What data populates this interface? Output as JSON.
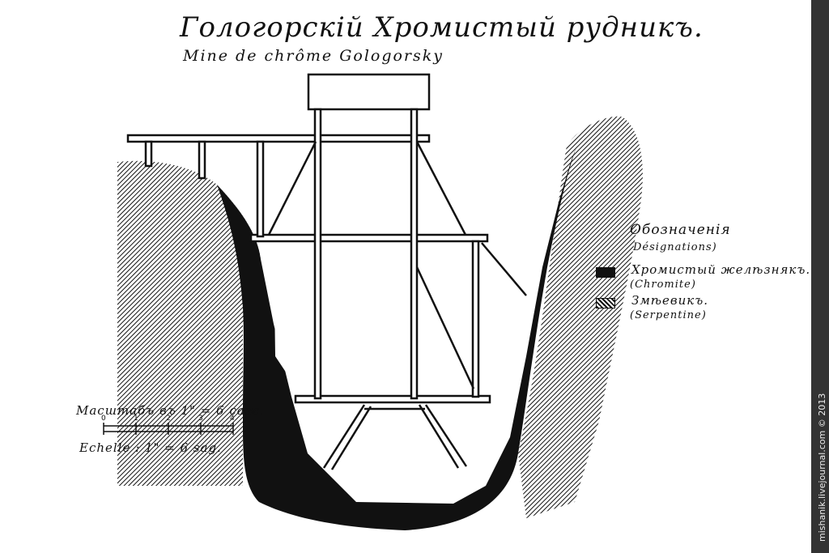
{
  "title": "Гологорскiй Хромистый рудникъ.",
  "subtitle": "Mine de chrôme Gologorsky",
  "legend": {
    "title": "Обозначенiя",
    "subtitle": "Désignations)",
    "items": [
      {
        "label": "Хромистый желѣзнякъ.",
        "latin": "(Chromite)"
      },
      {
        "label": "Змѣевикъ.",
        "latin": "(Serpentine)"
      }
    ]
  },
  "scale": {
    "label_ru": "Масштабъ въ 1\" = 6 саж.",
    "label_fr": "Echelle : 1\" = 6 sag.",
    "ticks": [
      "0",
      "1",
      "2",
      "3",
      "4"
    ]
  },
  "watermark": "mishanik.livejournal.com © 2013",
  "colors": {
    "ink": "#111111",
    "paper": "#ffffff"
  }
}
